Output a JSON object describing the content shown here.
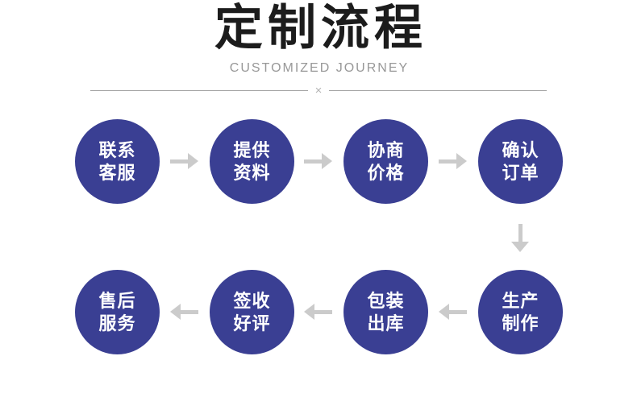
{
  "header": {
    "title": "定制流程",
    "subtitle": "CUSTOMIZED JOURNEY",
    "divider_symbol": "×"
  },
  "colors": {
    "step_circle": "#3a3f93",
    "step_text": "#ffffff",
    "title_text": "#1c1c1c",
    "subtitle_text": "#989898",
    "divider_line": "#a3a3a3",
    "arrow": "#cbcbcb"
  },
  "flow": {
    "process_order": [
      "联系客服",
      "提供资料",
      "协商价格",
      "确认订单",
      "生产制作",
      "包装出库",
      "签收好评",
      "售后服务"
    ],
    "row1": {
      "arrow_direction": "right",
      "steps": [
        {
          "line1": "联系",
          "line2": "客服"
        },
        {
          "line1": "提供",
          "line2": "资料"
        },
        {
          "line1": "协商",
          "line2": "价格"
        },
        {
          "line1": "确认",
          "line2": "订单"
        }
      ]
    },
    "row_connector_direction": "down",
    "row2": {
      "arrow_direction": "left",
      "steps_visual_left_to_right": [
        {
          "line1": "售后",
          "line2": "服务"
        },
        {
          "line1": "签收",
          "line2": "好评"
        },
        {
          "line1": "包装",
          "line2": "出库"
        },
        {
          "line1": "生产",
          "line2": "制作"
        }
      ]
    }
  }
}
